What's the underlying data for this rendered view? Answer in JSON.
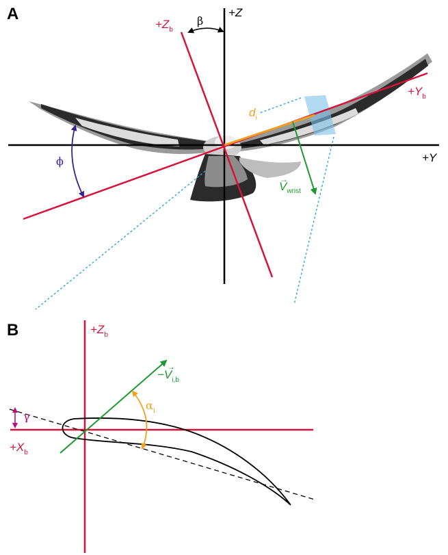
{
  "colors": {
    "black_axis": "#000000",
    "body_axis": "#d6123a",
    "green": "#1a9a2e",
    "orange": "#f0a020",
    "purple": "#3a1f8e",
    "magenta": "#b2117a",
    "cyan": "#2aa8d8",
    "plane": "#7cc0ea"
  },
  "panel_a": {
    "label": "A",
    "z_axis": "+Z",
    "y_axis": "+Y",
    "zb_main": "+Z",
    "zb_sub": "b",
    "yb_main": "+Y",
    "yb_sub": "b",
    "beta": "β",
    "phi": "ϕ",
    "d_main": "d",
    "d_sub": "i",
    "vwrist_main": "V",
    "vwrist_sub": "wrist",
    "vector_arrow": "→"
  },
  "panel_b": {
    "label": "B",
    "zb_main": "+Z",
    "zb_sub": "b",
    "xb_main": "+X",
    "xb_sub": "b",
    "gamma": "γ",
    "alpha_main": "α",
    "alpha_sub": "i",
    "v_main": "−V",
    "v_sub": "i,b",
    "vector_arrow": "→"
  }
}
